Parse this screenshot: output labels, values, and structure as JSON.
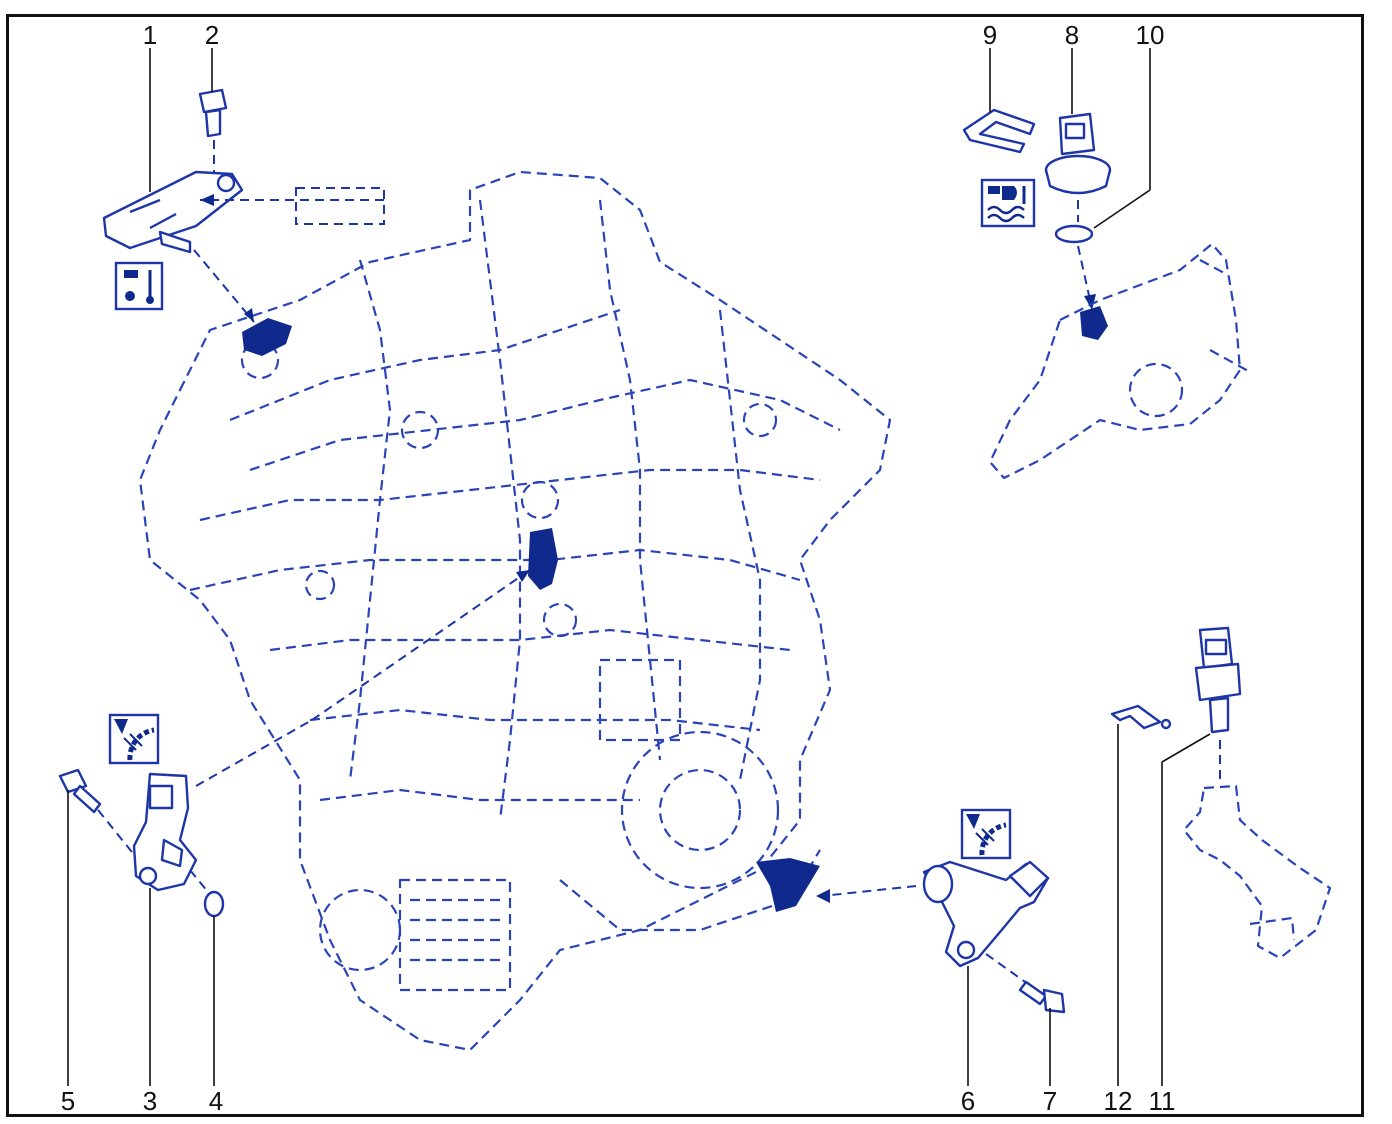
{
  "diagram": {
    "callouts": [
      {
        "id": "1",
        "label": "1"
      },
      {
        "id": "2",
        "label": "2"
      },
      {
        "id": "3",
        "label": "3"
      },
      {
        "id": "4",
        "label": "4"
      },
      {
        "id": "5",
        "label": "5"
      },
      {
        "id": "6",
        "label": "6"
      },
      {
        "id": "7",
        "label": "7"
      },
      {
        "id": "8",
        "label": "8"
      },
      {
        "id": "9",
        "label": "9"
      },
      {
        "id": "10",
        "label": "10"
      },
      {
        "id": "11",
        "label": "11"
      },
      {
        "id": "12",
        "label": "12"
      }
    ],
    "colors": {
      "line_art": "#1e35a8",
      "highlight": "#0f2a8c",
      "frame": "#111111"
    },
    "symbols": [
      {
        "name": "intake-pressure-temperature-icon"
      },
      {
        "name": "oil-pressure-temperature-icon"
      },
      {
        "name": "camshaft-position-icon"
      },
      {
        "name": "crankshaft-position-icon"
      }
    ]
  }
}
